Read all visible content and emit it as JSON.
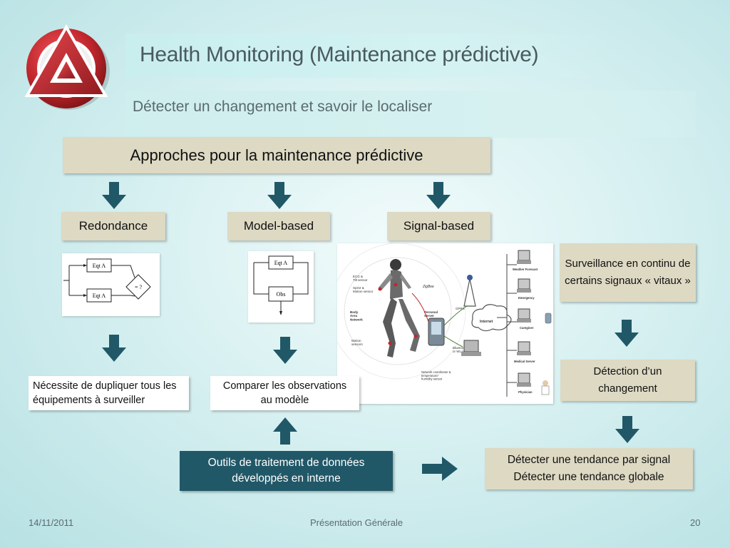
{
  "slide": {
    "title": "Health Monitoring (Maintenance prédictive)",
    "subtitle": "Détecter un changement et savoir le localiser"
  },
  "approaches": {
    "label": "Approches pour la maintenance prédictive",
    "items": [
      {
        "label": "Redondance"
      },
      {
        "label": "Model-based"
      },
      {
        "label": "Signal-based"
      }
    ]
  },
  "diagram_redondance": {
    "block_top": "Eqt A",
    "block_bottom": "Eqt A",
    "comparator": "= ?"
  },
  "diagram_model": {
    "block_top": "Eqt A",
    "block_bottom": "Obs"
  },
  "network_figure": {
    "labels": {
      "sensors_top": "ECG &\nTilt sensor",
      "sensors_mid": "SpO2 &\nMotion sensor",
      "zigbee": "ZigBee",
      "body_network": "Body\nArea\nNetwork",
      "motion_sensors": "Motion\nsensors",
      "personal_server": "Personal\nServer",
      "gprs": "GPRS",
      "internet": "Internet",
      "bluetooth": "Bluetooth\nor WLAN",
      "network_coordinator": "Network coordinator &\ntemperature/\nhumidity sensor",
      "weather": "Weather Forecast",
      "emergency": "Emergency",
      "caregiver": "Caregiver",
      "medical_server": "Medical Server",
      "physician": "Physician"
    }
  },
  "results": {
    "redondance": "Nécessite de dupliquer tous les équipements à surveiller",
    "model": "Comparer les observations au modèle"
  },
  "signal_flow": {
    "surveillance": "Surveillance en continu de certains signaux « vitaux »",
    "detection": "Détection d’un changement",
    "tendance_line1": "Détecter une tendance par signal",
    "tendance_line2": "Détecter une tendance globale"
  },
  "outils": {
    "label": "Outils de traitement de données développés en interne"
  },
  "footer": {
    "date": "14/11/2011",
    "center": "Présentation Générale",
    "page": "20"
  },
  "colors": {
    "arrow": "#215868",
    "beige": "#ddd9c3",
    "outils_bg": "#215868",
    "logo_red": "#c0272d"
  },
  "icons": {
    "logo": "red-triangle-ring-logo",
    "arrow_down": "down-arrow-icon",
    "arrow_up": "up-arrow-icon",
    "arrow_right": "right-arrow-icon"
  }
}
